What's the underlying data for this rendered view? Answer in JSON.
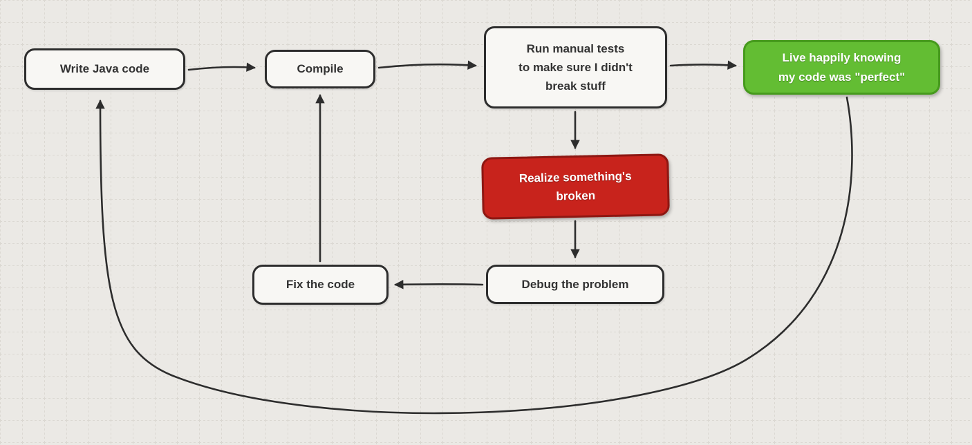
{
  "diagram": {
    "name": "java-development-flowchart",
    "colors": {
      "background": "#ebe9e5",
      "grid_line": "#dbd8d2",
      "node_fill": "#f8f7f4",
      "node_border": "#2d2d2d",
      "arrow": "#2d2d2d",
      "green_fill": "#63bd33",
      "green_border": "#469a1d",
      "red_fill": "#c8231c",
      "red_border": "#8e1712"
    },
    "nodes": {
      "write_java": {
        "label": "Write Java code",
        "style": "plain"
      },
      "compile": {
        "label": "Compile",
        "style": "plain"
      },
      "run_tests": {
        "label": "Run manual tests\nto make sure I didn't\nbreak stuff",
        "style": "plain"
      },
      "live_happily": {
        "label": "Live happily knowing\nmy code was \"perfect\"",
        "style": "green"
      },
      "realize_broken": {
        "label": "Realize something's\nbroken",
        "style": "red"
      },
      "debug": {
        "label": "Debug the problem",
        "style": "plain"
      },
      "fix_code": {
        "label": "Fix the code",
        "style": "plain"
      }
    },
    "edges": [
      {
        "from": "write_java",
        "to": "compile"
      },
      {
        "from": "compile",
        "to": "run_tests"
      },
      {
        "from": "run_tests",
        "to": "live_happily"
      },
      {
        "from": "run_tests",
        "to": "realize_broken"
      },
      {
        "from": "realize_broken",
        "to": "debug"
      },
      {
        "from": "debug",
        "to": "fix_code"
      },
      {
        "from": "fix_code",
        "to": "compile"
      },
      {
        "from": "live_happily",
        "to": "write_java"
      }
    ]
  }
}
